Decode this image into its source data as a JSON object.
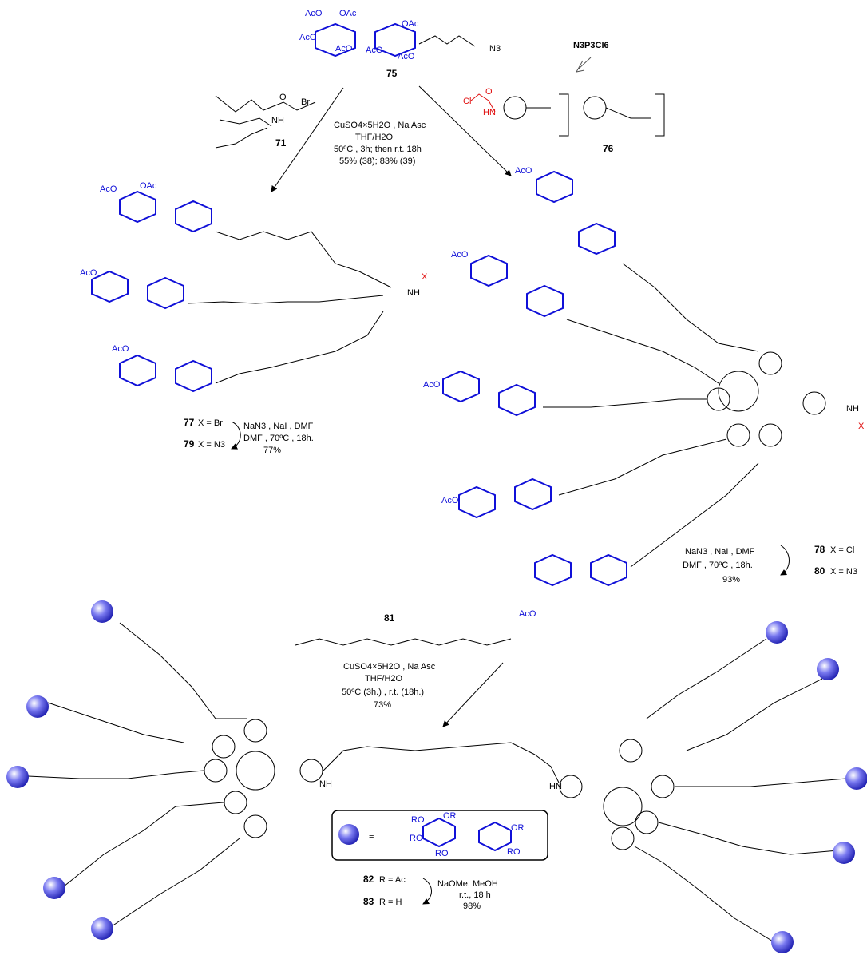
{
  "compounds": {
    "c75": "75",
    "c71": "71",
    "c76": "76",
    "c81": "81",
    "reagent_top": "N3P3Cl6"
  },
  "step1": {
    "line1": "CuSO4×5H2O , Na Asc",
    "line2": "THF/H2O",
    "line3": "50ºC , 3h; then r.t. 18h",
    "line4": "55% (38); 83% (39)"
  },
  "left_conv": {
    "a": "77",
    "a_sub": "X = Br",
    "b": "79",
    "b_sub": "X = N3",
    "cond1": "NaN3 , NaI , DMF",
    "cond2": "DMF , 70ºC , 18h.",
    "yield": "77%"
  },
  "right_conv": {
    "a": "78",
    "a_sub": "X = Cl",
    "b": "80",
    "b_sub": "X = N3",
    "cond1": "NaN3 , NaI , DMF",
    "cond2": "DMF , 70ºC , 18h.",
    "yield": "93%"
  },
  "step3": {
    "line1": "CuSO4×5H2O , Na Asc",
    "line2": "THF/H2O",
    "line3": "50ºC (3h.) , r.t. (18h.)",
    "line4": "73%"
  },
  "final": {
    "a": "82",
    "a_sub": "R = Ac",
    "b": "83",
    "b_sub": "R = H",
    "cond1": "NaOMe, MeOH",
    "cond2": "r.t., 18 h",
    "yield": "98%"
  },
  "labels": {
    "oac": "OAc",
    "aco": "AcO",
    "x": "X",
    "nh": "NH",
    "hn": "HN",
    "o": "O",
    "br": "Br",
    "cl": "Cl",
    "n3": "N3",
    "equiv": "≡",
    "ro": "RO",
    "or": "OR"
  },
  "colors": {
    "sugar": "#1010d8",
    "accent_red": "#e01010",
    "sphere": "#3b3bd6"
  }
}
